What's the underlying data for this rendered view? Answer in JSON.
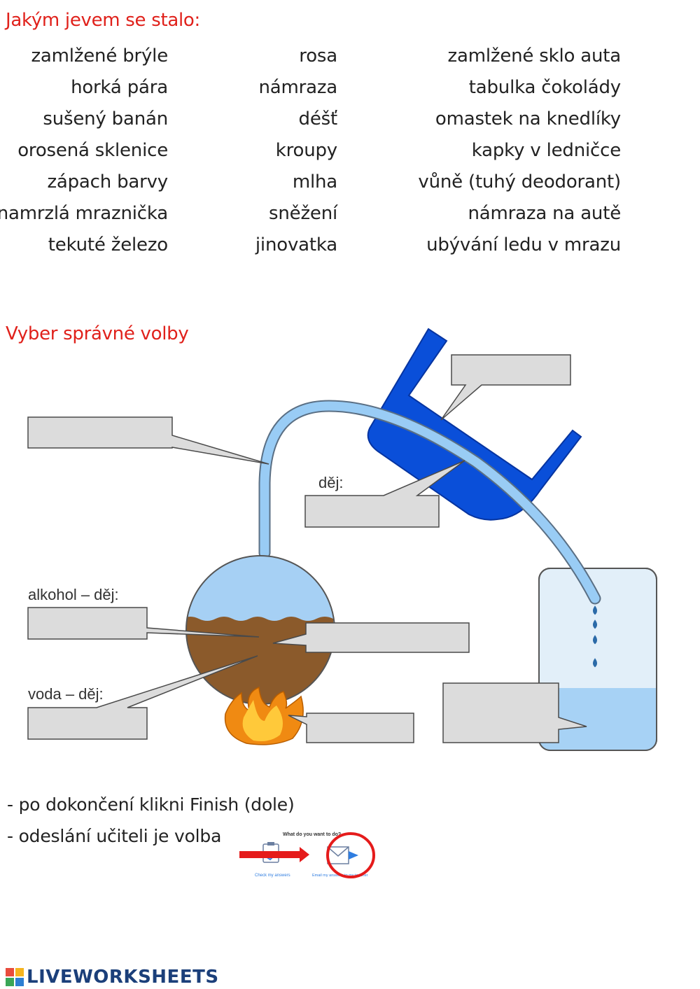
{
  "section1": {
    "heading": "Jakým jevem se stalo:",
    "column1": [
      "zamlžené brýle",
      "horká pára",
      "sušený banán",
      "orosená sklenice",
      "zápach barvy",
      "namrzlá mraznička",
      "tekuté železo"
    ],
    "column2": [
      "rosa",
      "námraza",
      "déšť",
      "kroupy",
      "mlha",
      "sněžení",
      "jinovatka"
    ],
    "column3": [
      "zamlžené sklo auta",
      "tabulka čokolády",
      "omastek na knedlíky",
      "kapky v ledničce",
      "vůně (tuhý deodorant)",
      "námraza na autě",
      "ubývání ledu v mrazu"
    ]
  },
  "section2": {
    "heading": "Vyber správné volby",
    "labels": {
      "dej": "děj:",
      "alkohol": "alkohol – děj:",
      "voda": "voda – děj:"
    },
    "answer_boxes": [
      "",
      "",
      "",
      "",
      "",
      "",
      "",
      ""
    ]
  },
  "instructions": {
    "line1": "- po dokončení klikni Finish (dole)",
    "line2": "- odeslání učiteli je volba",
    "mini_screenshot": {
      "question": "What do you want to do?",
      "option1": "Check my answers",
      "option2": "Email my answers to my teacher"
    }
  },
  "footer": {
    "brand": "LIVEWORKSHEETS"
  },
  "colors": {
    "heading": "#e0211b",
    "tube": "#99ccf5",
    "condenser": "#0a4fd9",
    "mixture": "#8b5a2b",
    "answer_box": "#dcdcdc",
    "brand": "#1b3f7a"
  }
}
